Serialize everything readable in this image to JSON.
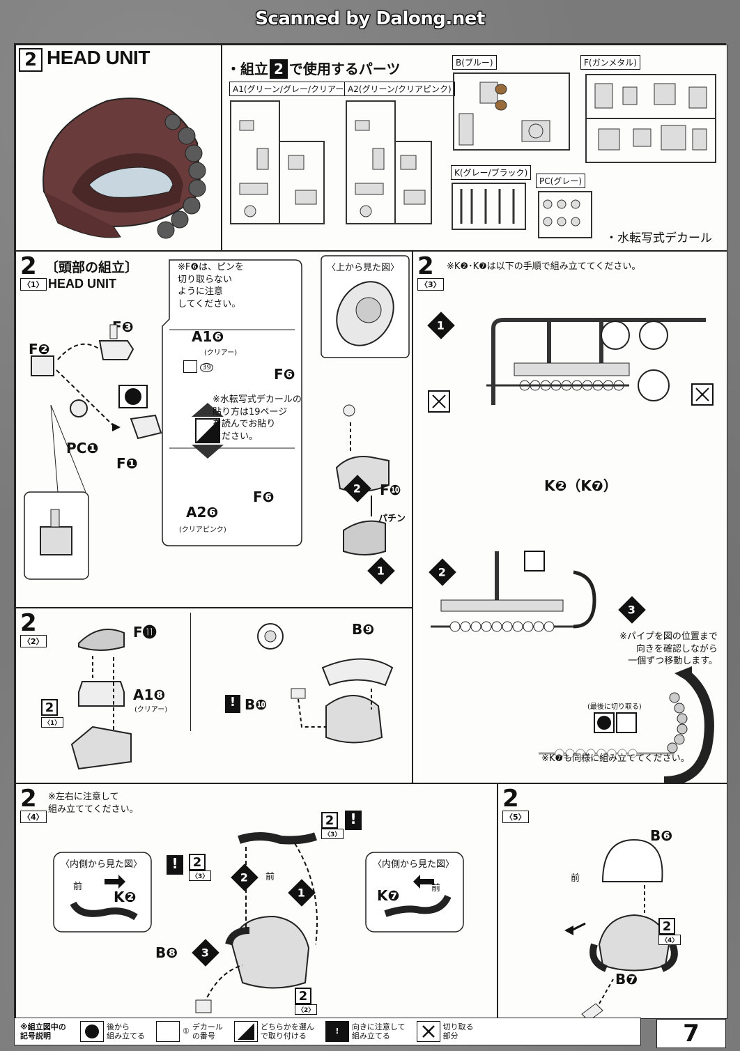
{
  "watermark": "Scanned by Dalong.net",
  "page_number": "7",
  "header": {
    "step": "2",
    "title": "HEAD UNIT",
    "parts_title": "・組立",
    "parts_title_step": "2",
    "parts_title_tail": "で使用するパーツ",
    "decal_note": "・水転写式デカール",
    "sprues": {
      "a1": "A1(グリーン/グレー/クリアー)",
      "a2": "A2(グリーン/クリアピンク)",
      "b": "B(ブルー)",
      "f": "F(ガンメタル)",
      "k": "K(グレー/ブラック)",
      "pc": "PC(グレー)"
    }
  },
  "s1": {
    "step": "2",
    "sub": "〈1〉",
    "jp_title": "〔頭部の組立〕",
    "en_title": "HEAD UNIT",
    "labels": {
      "f2": "F❷",
      "f3": "F❸",
      "pc1": "PC❶",
      "f1": "F❶",
      "a16": "A1❻",
      "a16_sub": "(クリアー)",
      "f6a": "F❻",
      "f6b": "F❻",
      "a26": "A2❻",
      "a26_sub": "(クリアピンク)",
      "f10": "F❿",
      "decal_no": "39",
      "click": "パチン",
      "top_view": "〈上から見た図〉"
    },
    "note_pin": "※F❻は、ピンを\n切り取らない\nように注意\nしてください。",
    "note_decal": "※水転写式デカールの\n貼り方は19ページ\nを読んでお貼り\nください。"
  },
  "s3": {
    "step": "2",
    "sub": "〈3〉",
    "note": "※K❷･K❼は以下の手順で組み立ててください。",
    "k_label": "K❷（K❼）",
    "note_pipe": "※パイプを図の位置まで\n向きを確認しながら\n一個ずつ移動します。",
    "cut_last": "(最後に切り取る)",
    "note_k7": "※K❼も同様に組み立ててください。"
  },
  "s2": {
    "step": "2",
    "sub": "〈2〉",
    "labels": {
      "f11": "F⓫",
      "a18": "A1❽",
      "a18_sub": "(クリアー)",
      "b9": "B❾",
      "b10": "B❿",
      "ref": "2",
      "ref_sub": "〈1〉"
    }
  },
  "s4": {
    "step": "2",
    "sub": "〈4〉",
    "note": "※左右に注意して\n組み立ててください。",
    "inner_view": "〈内側から見た図〉",
    "front": "前",
    "k2": "K❷",
    "k7": "K❼",
    "b8": "B❽",
    "ref3": "2",
    "ref3_sub": "〈3〉",
    "ref2": "2",
    "ref2_sub": "〈2〉"
  },
  "s5": {
    "step": "2",
    "sub": "〈5〉",
    "b6": "B❻",
    "b7": "B❼",
    "front": "前",
    "ref": "2",
    "ref_sub": "〈4〉"
  },
  "legend": {
    "title": "※組立図中の\n記号説明",
    "items": [
      {
        "text": "後から\n組み立てる",
        "icon": "half-circle-icon"
      },
      {
        "text": "デカール\nの番号",
        "icon": "decal-icon",
        "num": "①"
      },
      {
        "text": "どちらかを選ん\nで取り付ける",
        "icon": "choice-icon"
      },
      {
        "text": "向きに注意して\n組み立てる",
        "icon": "exclamation-icon"
      },
      {
        "text": "切り取る\n部分",
        "icon": "nipper-icon"
      }
    ]
  }
}
